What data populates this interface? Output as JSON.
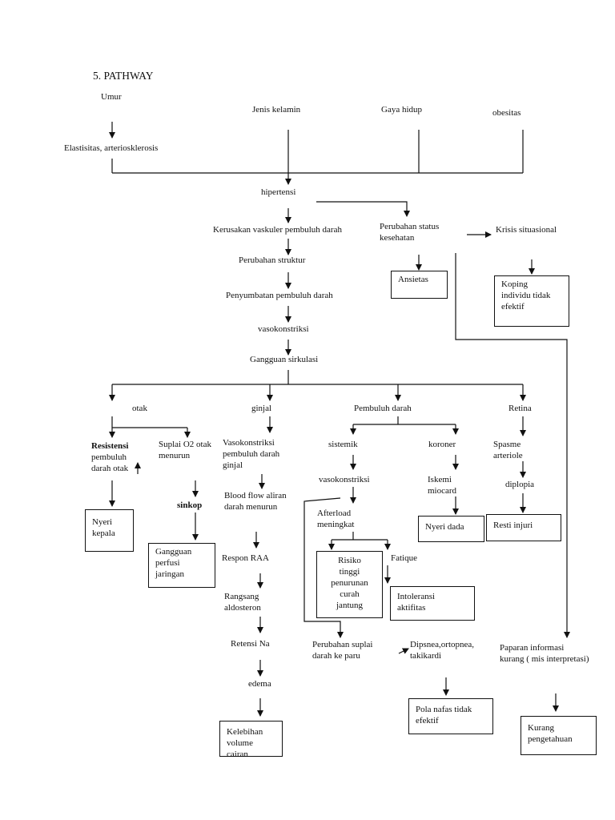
{
  "title": "5. PATHWAY",
  "nodes": {
    "umur": "Umur",
    "jenis_kelamin": "Jenis kelamin",
    "gaya_hidup": "Gaya hidup",
    "obesitas": "obesitas",
    "elastisitas": "Elastisitas, arteriosklerosis",
    "hipertensi": "hipertensi",
    "kerusakan": "Kerusakan vaskuler pembuluh darah",
    "perubahan_status_1": "Perubahan status",
    "perubahan_status_2": "kesehatan",
    "krisis": "Krisis situasional",
    "perubahan_struktur": "Perubahan struktur",
    "penyumbatan": "Penyumbatan pembuluh darah",
    "vasokonstriksi": "vasokonstriksi",
    "gangguan_sirkulasi": "Gangguan sirkulasi",
    "otak": "otak",
    "ginjal": "ginjal",
    "pembuluh_darah": "Pembuluh darah",
    "retina": "Retina",
    "resistensi_1": "Resistensi",
    "resistensi_2": "pembuluh",
    "resistensi_3": "darah otak",
    "suplai_1": "Suplai O2 otak",
    "suplai_2": "menurun",
    "vaso_ginjal_1": "Vasokonstriksi",
    "vaso_ginjal_2": "pembuluh darah",
    "vaso_ginjal_3": "ginjal",
    "sistemik": "sistemik",
    "koroner": "koroner",
    "spasme_1": "Spasme",
    "spasme_2": "arteriole",
    "sinkop": "sinkop",
    "blood_flow_1": "Blood flow aliran",
    "blood_flow_2": "darah menurun",
    "vaso_sistemik": "vasokonstriksi",
    "iskemi_1": "Iskemi",
    "iskemi_2": "miocard",
    "diplopia": "diplopia",
    "afterload_1": "Afterload",
    "afterload_2": "meningkat",
    "respon_raa": "Respon RAA",
    "fatique": "Fatique",
    "rangsang_1": "Rangsang",
    "rangsang_2": "aldosteron",
    "retensi": "Retensi Na",
    "perubahan_suplai_1": "Perubahan suplai",
    "perubahan_suplai_2": "darah ke paru",
    "dipsnea_1": "Dipsnea,ortopnea,",
    "dipsnea_2": "takikardi",
    "paparan_1": "Paparan informasi",
    "paparan_2": "kurang ( mis interpretasi)",
    "edema": "edema"
  },
  "boxes": {
    "ansietas": [
      "Ansietas"
    ],
    "koping": [
      "Koping",
      "individu tidak",
      "efektif"
    ],
    "nyeri_kepala": [
      "Nyeri",
      "kepala"
    ],
    "gangguan_perfusi": [
      "Gangguan",
      "perfusi",
      "jaringan"
    ],
    "nyeri_dada": [
      "Nyeri dada"
    ],
    "resti_injuri": [
      "Resti injuri"
    ],
    "risiko": [
      "Risiko",
      "tinggi",
      "penurunan",
      "curah",
      "jantung"
    ],
    "intoleransi": [
      "Intoleransi",
      "aktifitas"
    ],
    "pola_nafas": [
      "Pola nafas tidak",
      "efektif"
    ],
    "kurang_pengetahuan": [
      "Kurang",
      "pengetahuan"
    ],
    "kelebihan_volume": [
      "Kelebihan",
      "volume cairan"
    ]
  }
}
